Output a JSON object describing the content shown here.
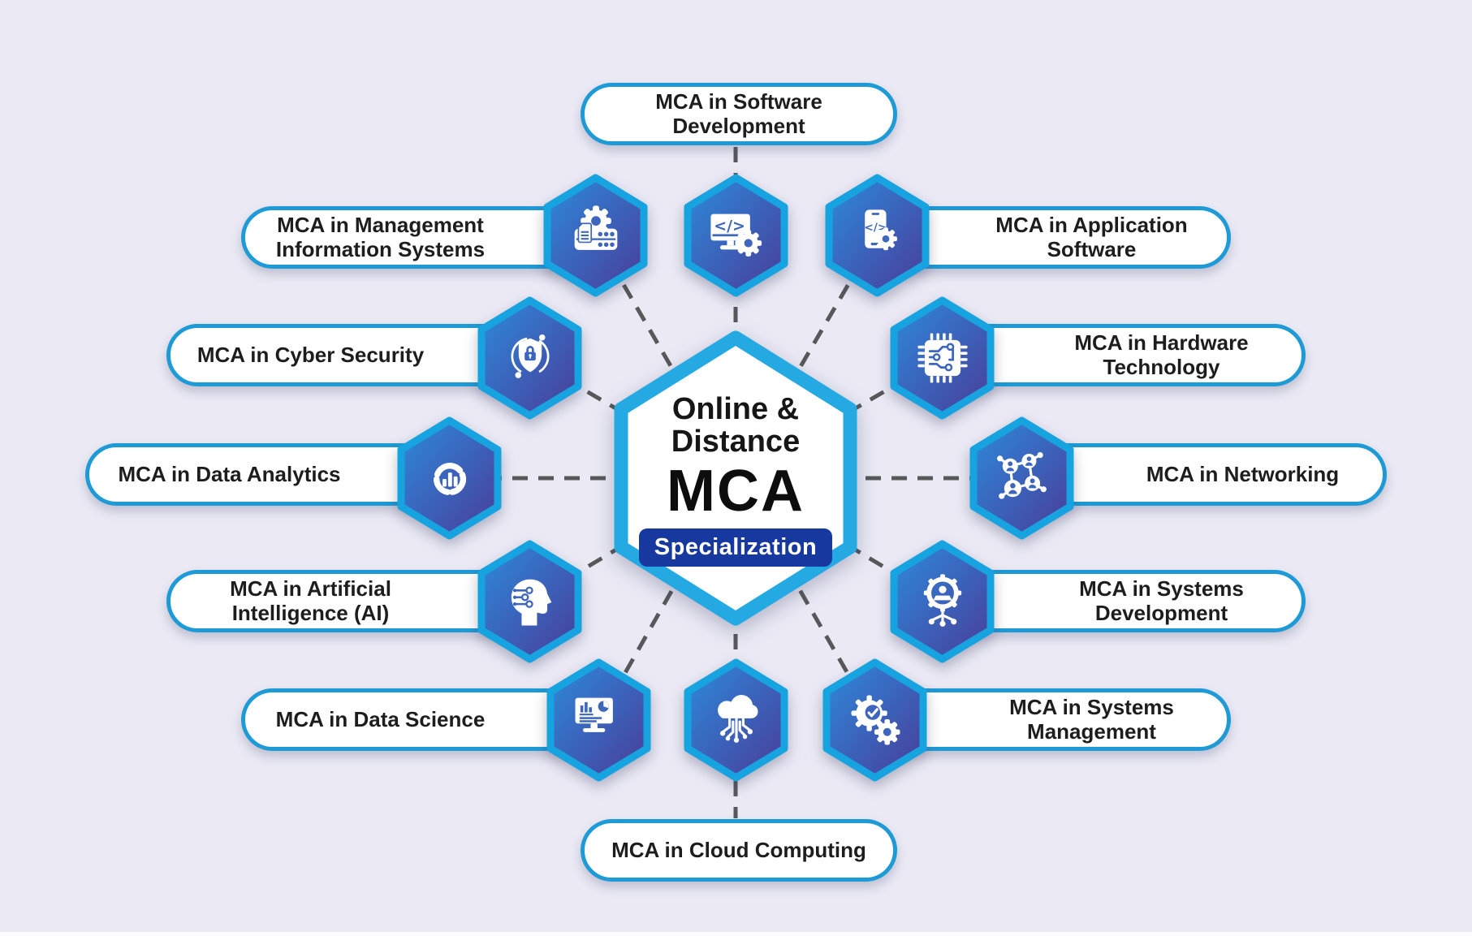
{
  "center": {
    "title_line1": "Online &",
    "title_line2": "Distance",
    "acronym": "MCA",
    "badge": "Specialization"
  },
  "nodes": [
    {
      "id": "software-development",
      "label": "MCA in Software Development",
      "lines": [
        "MCA in Software",
        "Development"
      ],
      "icon": "monitor-code-gear-icon",
      "position": "top"
    },
    {
      "id": "application-software",
      "label": "MCA in Application Software",
      "lines": [
        "MCA in Application",
        "Software"
      ],
      "icon": "smartphone-code-gear-icon",
      "position": "upper-right"
    },
    {
      "id": "hardware-technology",
      "label": "MCA in Hardware Technology",
      "lines": [
        "MCA in Hardware",
        "Technology"
      ],
      "icon": "microchip-circuit-icon",
      "position": "right"
    },
    {
      "id": "networking",
      "label": "MCA in Networking",
      "lines": [
        "MCA in Networking"
      ],
      "icon": "network-users-icon",
      "position": "right-middle"
    },
    {
      "id": "systems-development",
      "label": "MCA in Systems Development",
      "lines": [
        "MCA in Systems",
        "Development"
      ],
      "icon": "gear-developer-workflow-icon",
      "position": "lower-right"
    },
    {
      "id": "systems-management",
      "label": "MCA in Systems Management",
      "lines": [
        "MCA in Systems",
        "Management"
      ],
      "icon": "gears-checkmark-icon",
      "position": "bottom-right"
    },
    {
      "id": "cloud-computing",
      "label": "MCA in Cloud Computing",
      "lines": [
        "MCA in Cloud Computing"
      ],
      "icon": "cloud-circuit-icon",
      "position": "bottom"
    },
    {
      "id": "data-science",
      "label": "MCA in Data Science",
      "lines": [
        "MCA in Data Science"
      ],
      "icon": "monitor-analytics-icon",
      "position": "bottom-left"
    },
    {
      "id": "artificial-intelligence",
      "label": "MCA in Artificial Intelligence (AI)",
      "lines": [
        "MCA in Artificial",
        "Intelligence (AI)"
      ],
      "icon": "ai-head-circuit-icon",
      "position": "lower-left"
    },
    {
      "id": "data-analytics",
      "label": "MCA in Data Analytics",
      "lines": [
        "MCA in Data Analytics"
      ],
      "icon": "donut-chart-bars-icon",
      "position": "left-middle"
    },
    {
      "id": "cyber-security",
      "label": "MCA in Cyber Security",
      "lines": [
        "MCA in Cyber Security"
      ],
      "icon": "shield-lock-orbit-icon",
      "position": "left"
    },
    {
      "id": "management-information-systems",
      "label": "MCA in Management Information Systems",
      "lines": [
        "MCA in Management",
        "Information Systems"
      ],
      "icon": "gear-server-document-icon",
      "position": "upper-left"
    }
  ],
  "colors": {
    "background": "#EAE9F4",
    "pill_border": "#1E9AD6",
    "hexagon_border": "#17A3DF",
    "hexagon_gradient_start": "#2D8BD9",
    "hexagon_gradient_end": "#4A3C97",
    "badge_background": "#16389F",
    "connector": "#57585A",
    "text": "#1D1D1D"
  }
}
